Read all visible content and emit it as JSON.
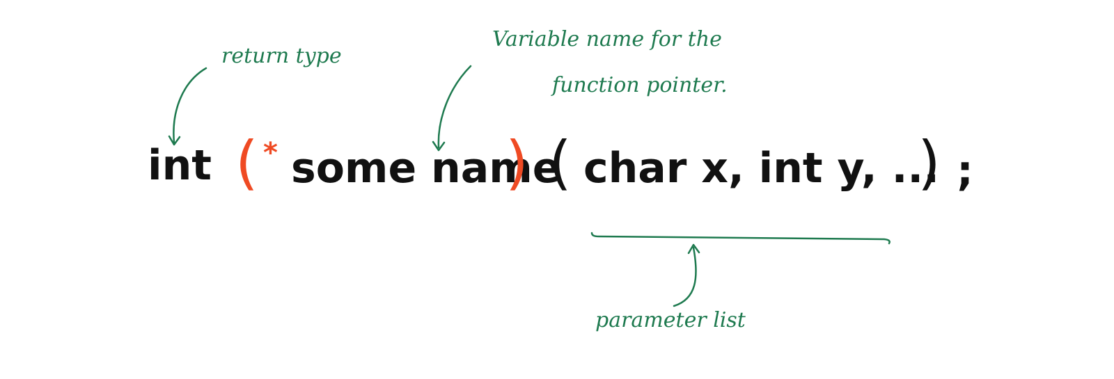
{
  "colors": {
    "annotation": "#1e7a4f",
    "code": "#111111",
    "highlight": "#ef4a23"
  },
  "annotations": {
    "return_type": "return type",
    "variable_name_line1": "Variable name for the",
    "variable_name_line2": "function pointer.",
    "parameter_list": "parameter list"
  },
  "code": {
    "return_type": "int",
    "open_paren": "(",
    "pointer_star": "*",
    "name": "some name",
    "close_paren": ")",
    "params_open": "(",
    "params": "char x, int y, ...",
    "params_close": ")",
    "semicolon": ";"
  }
}
